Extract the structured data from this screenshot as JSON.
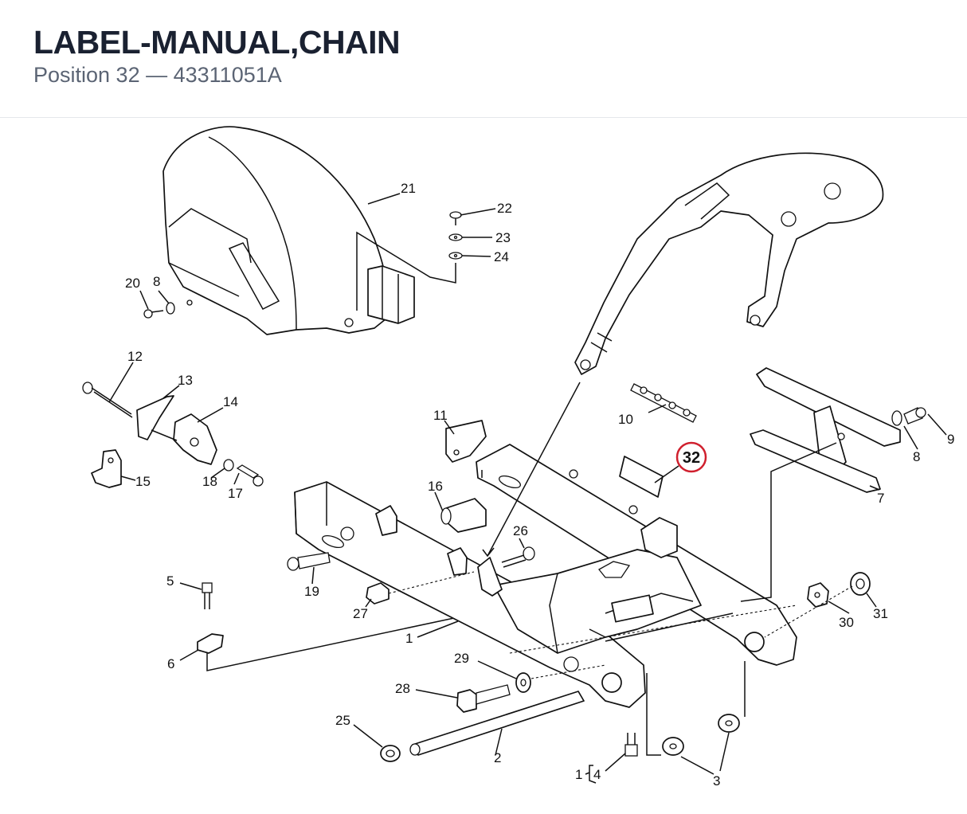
{
  "header": {
    "title": "LABEL-MANUAL,CHAIN",
    "position_label": "Position 32",
    "separator": "—",
    "part_number": "43311051A"
  },
  "highlight": {
    "label": "32",
    "color": "#d0202e"
  },
  "callouts": {
    "c1": "1",
    "c1b": "1",
    "c2": "2",
    "c3": "3",
    "c4": "4",
    "c5": "5",
    "c6": "6",
    "c7": "7",
    "c8a": "8",
    "c8b": "8",
    "c9": "9",
    "c10": "10",
    "c11": "11",
    "c12": "12",
    "c13": "13",
    "c14": "14",
    "c15": "15",
    "c16": "16",
    "c17": "17",
    "c18": "18",
    "c19": "19",
    "c20": "20",
    "c21": "21",
    "c22": "22",
    "c23": "23",
    "c24": "24",
    "c25": "25",
    "c26": "26",
    "c27": "27",
    "c28": "28",
    "c29": "29",
    "c30": "30",
    "c31": "31"
  }
}
